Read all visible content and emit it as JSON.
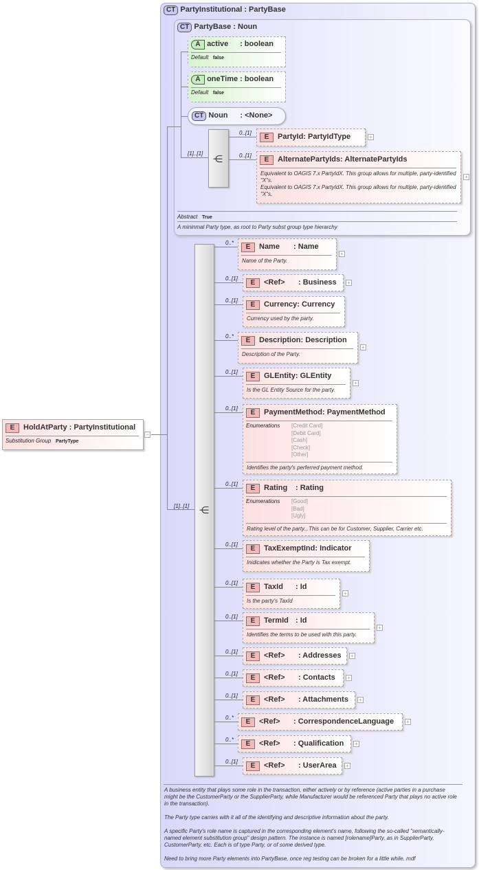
{
  "root": {
    "badge": "E",
    "name": "HoldAtParty",
    "type": ": PartyInstitutional",
    "sg_label": "Substitution Group",
    "sg_value": "PartyType",
    "toggle": "−"
  },
  "outer": {
    "badge": "CT",
    "name": "PartyInstitutional",
    "type": ": PartyBase",
    "cardinality": "[1]..[1]",
    "description": [
      "A business entity that plays some role in the transaction, either actively or  by reference (active parties  in a purchase might be the CustomerParty or the SupplierParty, while Manufacturer would be referenced Party that plays no active role in the transaction).",
      "The Party type carries with it all of the identifying and descriptive information about the party.",
      "A specific Party's role name is captured in the corresponding element's name, following the so-called \"semantically-named element substitution group\" design pattern. The instance is named [rolename]Party, as in SupplierParty, CustomerParty, etc. Each is of type Party, or of some derived type.",
      "Need to bring more Party elements into PartyBase, once reg testing can be broken for a little while. mdf"
    ]
  },
  "base": {
    "badge": "CT",
    "name": "PartyBase",
    "type": ": Noun",
    "cardinality": "[1]..[1]",
    "abstract_label": "Abstract",
    "abstract_value": "True",
    "description": "A mininmal Party type, as root to Party subst group type hierarchy",
    "attributes": [
      {
        "badge": "A",
        "name": "active",
        "type": ": boolean",
        "default_label": "Default",
        "default_value": "false"
      },
      {
        "badge": "A",
        "name": "oneTime",
        "type": ": boolean",
        "default_label": "Default",
        "default_value": "false"
      }
    ],
    "noun": {
      "badge": "CT",
      "name": "Noun",
      "type": ": <None>"
    },
    "elements": [
      {
        "badge": "E",
        "name": "PartyId",
        "type": ": PartyIdType",
        "cardinality": "0..[1]",
        "plus": "+"
      },
      {
        "badge": "E",
        "name": "AlternatePartyIds",
        "type": ": AlternatePartyIds",
        "cardinality": "0..[1]",
        "plus": "+",
        "description": "Equivalent to OAGIS 7.x PartyIdX. This group allows for multiple, party-identified \"X\"s.\nEquivalent to OAGIS 7.x PartyIdX. This group allows for multiple, party-identified \"X\"s."
      }
    ]
  },
  "elements": [
    {
      "badge": "E",
      "name": "Name",
      "type": ": Name",
      "cardinality": "0..*",
      "plus": "+",
      "description": "Name of the Party."
    },
    {
      "badge": "E",
      "name": "<Ref>",
      "type": ": Business",
      "cardinality": "0..[1]",
      "plus": "+"
    },
    {
      "badge": "E",
      "name": "Currency",
      "type": ": Currency",
      "cardinality": "0..[1]",
      "description": "Currency used by the party."
    },
    {
      "badge": "E",
      "name": "Description",
      "type": ": Description",
      "cardinality": "0..*",
      "plus": "+",
      "description": "Description of the Party."
    },
    {
      "badge": "E",
      "name": "GLEntity",
      "type": ": GLEntity",
      "cardinality": "0..[1]",
      "plus": "+",
      "description": "Is the GL Entity Source for the party."
    },
    {
      "badge": "E",
      "name": "PaymentMethod",
      "type": ": PaymentMethod",
      "cardinality": "0..[1]",
      "enum_label": "Enumerations",
      "enums": [
        "[Credit Card]",
        "[Debit Card]",
        "[Cash]",
        "[Check]",
        "[Other]"
      ],
      "description": "Identifies the party's perferred payment method."
    },
    {
      "badge": "E",
      "name": "Rating",
      "type": ": Rating",
      "cardinality": "0..[1]",
      "enum_label": "Enumerations",
      "enums": [
        "[Good]",
        "[Bad]",
        "[Ugly]"
      ],
      "description": "Rating level of the party...This can be for Customer, Supplier, Carrier etc."
    },
    {
      "badge": "E",
      "name": "TaxExemptInd",
      "type": ": Indicator",
      "cardinality": "0..[1]",
      "description": "Inidicates whether the Party is Tax exempt."
    },
    {
      "badge": "E",
      "name": "TaxId",
      "type": ": Id",
      "cardinality": "0..[1]",
      "plus": "+",
      "description": "Is the party's TaxId"
    },
    {
      "badge": "E",
      "name": "TermId",
      "type": ": Id",
      "cardinality": "0..[1]",
      "plus": "+",
      "description": "Identifies the terms to be used with this party."
    },
    {
      "badge": "E",
      "name": "<Ref>",
      "type": ": Addresses",
      "cardinality": "0..[1]",
      "plus": "+"
    },
    {
      "badge": "E",
      "name": "<Ref>",
      "type": ": Contacts",
      "cardinality": "0..[1]",
      "plus": "+"
    },
    {
      "badge": "E",
      "name": "<Ref>",
      "type": ": Attachments",
      "cardinality": "0..[1]",
      "plus": "+"
    },
    {
      "badge": "E",
      "name": "<Ref>",
      "type": ": CorrespondenceLanguage",
      "cardinality": "0..*",
      "plus": "+"
    },
    {
      "badge": "E",
      "name": "<Ref>",
      "type": ": Qualification",
      "cardinality": "0..*",
      "plus": "+"
    },
    {
      "badge": "E",
      "name": "<Ref>",
      "type": ": UserArea",
      "cardinality": "0..[1]",
      "plus": "+"
    }
  ]
}
